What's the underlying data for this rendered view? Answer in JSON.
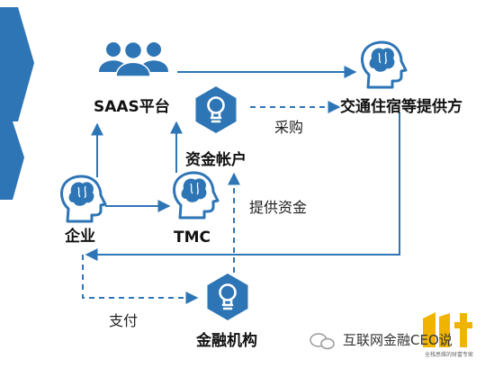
{
  "colors": {
    "primary": "#2e75b6",
    "arrow": "#2e75b6",
    "node_text": "#111111",
    "background": "#ffffff"
  },
  "nodes": {
    "saas": "SAAS平台",
    "supplier": "交通住宿等提供方",
    "fund_account": "资金帐户",
    "enterprise": "企业",
    "tmc": "TMC",
    "financial": "金融机构"
  },
  "edges": {
    "purchase": "采购",
    "provide_funds": "提供资金",
    "pay": "支付"
  },
  "icons": {
    "saas": "user-group-icon",
    "supplier": "head-brain-icon",
    "enterprise": "head-brain-icon",
    "tmc": "head-brain-icon",
    "fund_account": "lightbulb-hexagon-icon",
    "financial": "lightbulb-hexagon-icon"
  },
  "watermark": {
    "text": "互联网金融CEO说",
    "tagline": "全栈思维的财富专家"
  }
}
